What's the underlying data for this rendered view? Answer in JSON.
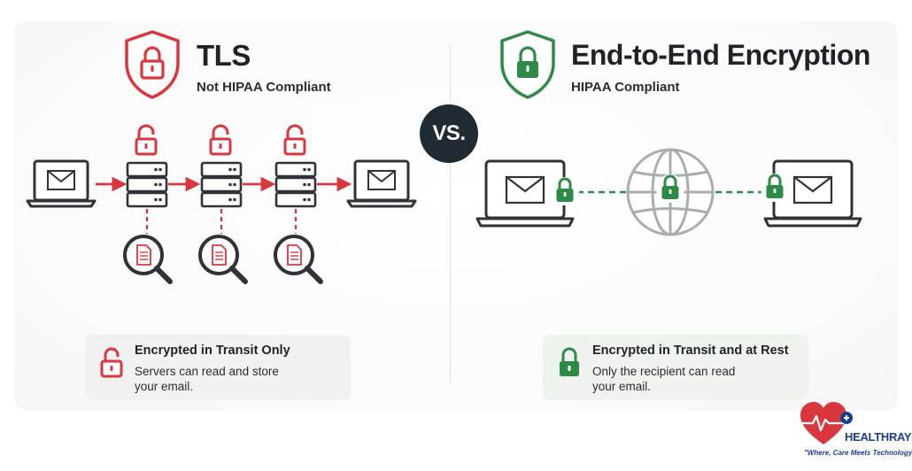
{
  "left": {
    "title": "TLS",
    "subtitle": "Not HIPAA Compliant",
    "card": {
      "title": "Encrypted in Transit Only",
      "body_line1": "Servers can read and store",
      "body_line2": "your email."
    }
  },
  "right": {
    "title": "End-to-End Encryption",
    "subtitle": "HIPAA Compliant",
    "card": {
      "title": "Encrypted in Transit and at Rest",
      "body_line1": "Only the recipient can read",
      "body_line2": "your email."
    }
  },
  "vs_label": "VS.",
  "brand": {
    "name": "HEALTHRAY",
    "tagline": "\"Where, Care Meets Technology\""
  },
  "colors": {
    "insecure": "#d9363e",
    "secure": "#2e8b47",
    "dark": "#1f2a33"
  },
  "icons": [
    "shield-lock-icon",
    "laptop-icon",
    "envelope-icon",
    "server-icon",
    "padlock-icon",
    "magnifier-icon",
    "document-icon",
    "globe-icon",
    "heart-logo-icon"
  ]
}
